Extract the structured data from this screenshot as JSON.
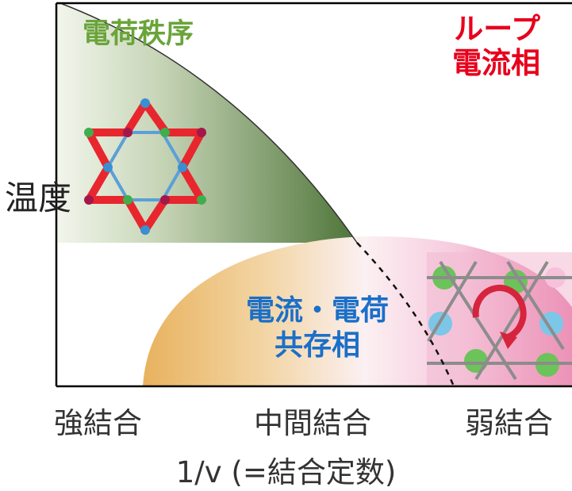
{
  "y_axis_label": "温度",
  "x_axis_label": "1/v (=結合定数)",
  "x_ticks": [
    "強結合",
    "中間結合",
    "弱結合"
  ],
  "phases": {
    "charge_order": "電荷秩序",
    "loop_current_line1": "ループ",
    "loop_current_line2": "電流相",
    "coexist_line1": "電流・電荷",
    "coexist_line2": "共存相"
  },
  "colors": {
    "charge_order": "#6aa43a",
    "loop_current": "#e8001c",
    "coexist": "#1b6fc8"
  }
}
